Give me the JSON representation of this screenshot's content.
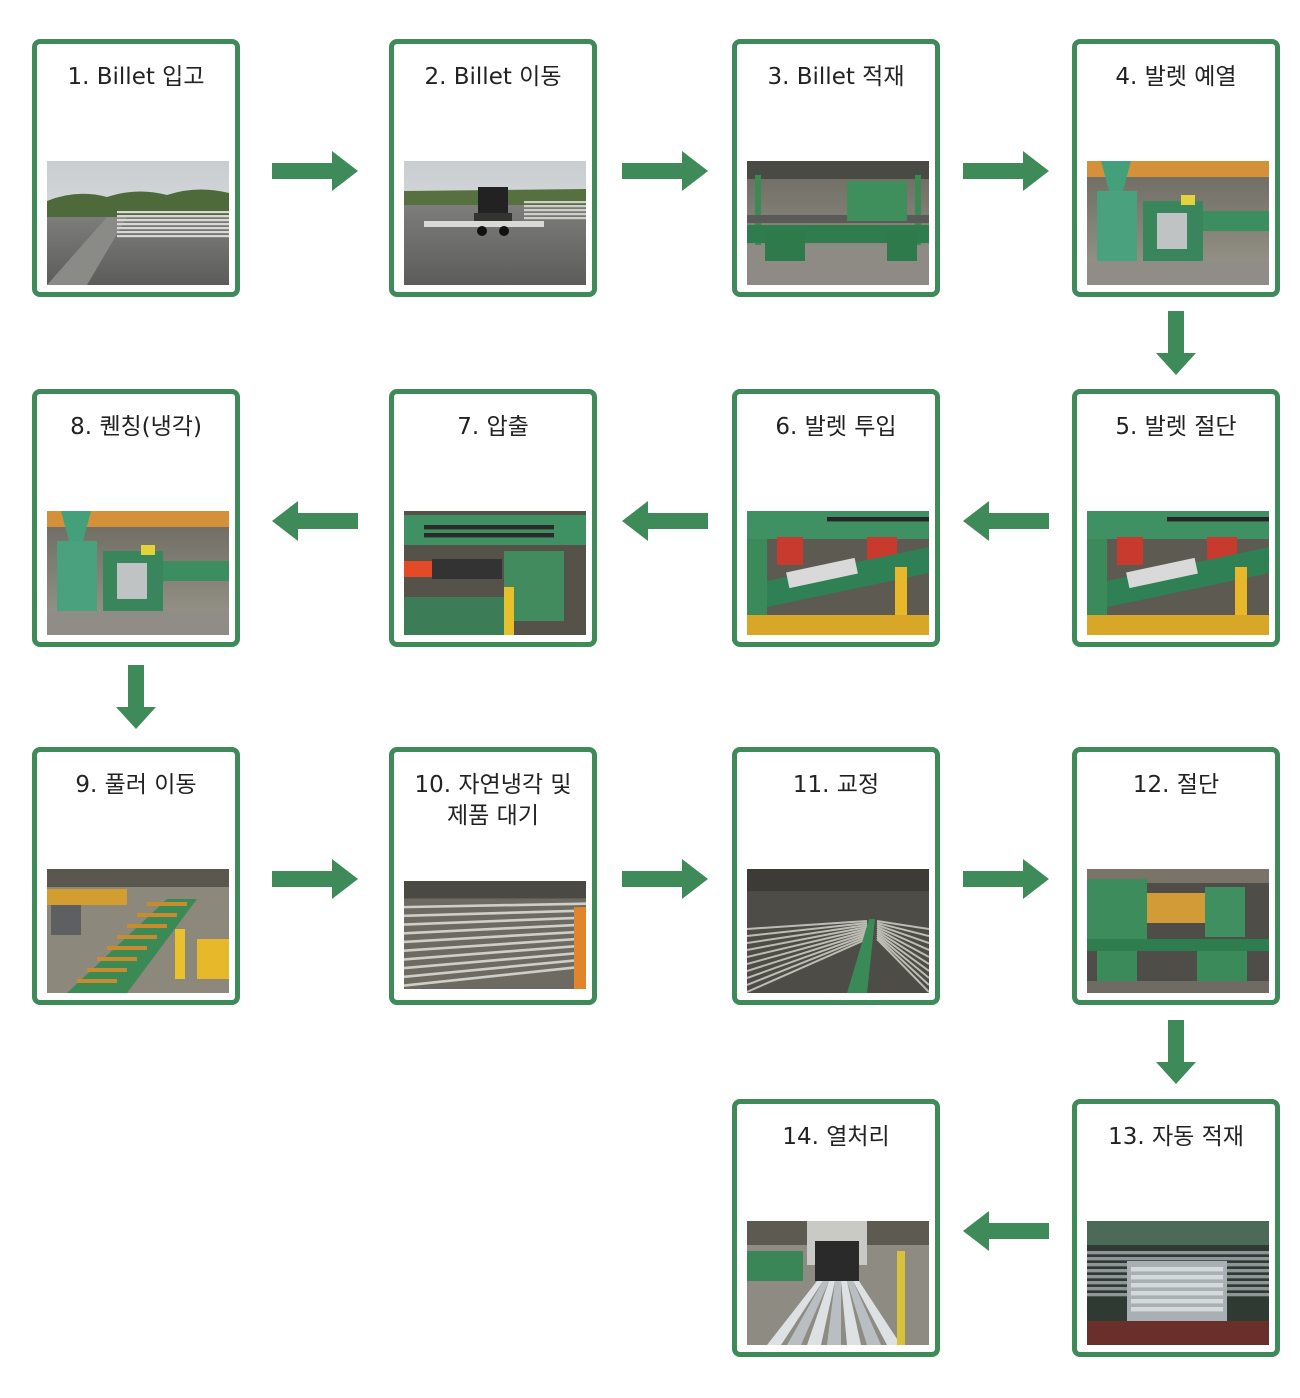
{
  "colors": {
    "accent": "#3e8a59"
  },
  "steps": [
    {
      "label": "1. Billet 입고",
      "photo": "billet-outdoor-yard"
    },
    {
      "label": "2. Billet 이동",
      "photo": "forklift-moving-billet"
    },
    {
      "label": "3. Billet 적재",
      "photo": "billet-loading-rack"
    },
    {
      "label": "4. 발렛 예열",
      "photo": "preheat-furnace"
    },
    {
      "label": "5. 발렛 절단",
      "photo": "extrusion-press"
    },
    {
      "label": "6. 발렛 투입",
      "photo": "extrusion-press"
    },
    {
      "label": "7. 압출",
      "photo": "extrusion-press-front"
    },
    {
      "label": "8. 퀜칭(냉각)",
      "photo": "preheat-furnace"
    },
    {
      "label": "9. 풀러 이동",
      "photo": "puller-line"
    },
    {
      "label": "10. 자연냉각 및\n제품 대기",
      "photo": "cooling-table"
    },
    {
      "label": "11. 교정",
      "photo": "stretcher-line"
    },
    {
      "label": "12. 절단",
      "photo": "cutting-saw"
    },
    {
      "label": "13. 자동 적재",
      "photo": "auto-stacker"
    },
    {
      "label": "14. 열처리",
      "photo": "aging-oven"
    }
  ],
  "arrows": [
    {
      "from": 1,
      "to": 2,
      "direction": "right"
    },
    {
      "from": 2,
      "to": 3,
      "direction": "right"
    },
    {
      "from": 3,
      "to": 4,
      "direction": "right"
    },
    {
      "from": 4,
      "to": 5,
      "direction": "down"
    },
    {
      "from": 5,
      "to": 6,
      "direction": "left"
    },
    {
      "from": 6,
      "to": 7,
      "direction": "left"
    },
    {
      "from": 7,
      "to": 8,
      "direction": "left"
    },
    {
      "from": 8,
      "to": 9,
      "direction": "down"
    },
    {
      "from": 9,
      "to": 10,
      "direction": "right"
    },
    {
      "from": 10,
      "to": 11,
      "direction": "right"
    },
    {
      "from": 11,
      "to": 12,
      "direction": "right"
    },
    {
      "from": 12,
      "to": 13,
      "direction": "down"
    },
    {
      "from": 13,
      "to": 14,
      "direction": "left"
    }
  ]
}
